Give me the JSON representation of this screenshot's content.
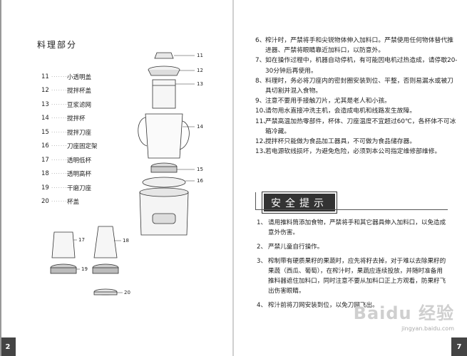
{
  "left_page": {
    "title": "料理部分",
    "parts": [
      {
        "num": "11",
        "name": "小透明盖"
      },
      {
        "num": "12",
        "name": "搅拌杯盖"
      },
      {
        "num": "13",
        "name": "豆浆滤网"
      },
      {
        "num": "14",
        "name": "搅拌杯"
      },
      {
        "num": "15",
        "name": "搅拌刀座"
      },
      {
        "num": "16",
        "name": "刀座固定架"
      },
      {
        "num": "17",
        "name": "透明低杯"
      },
      {
        "num": "18",
        "name": "透明高杯"
      },
      {
        "num": "19",
        "name": "干磨刀座"
      },
      {
        "num": "20",
        "name": "杯盖"
      }
    ],
    "leader_dots": "··········",
    "diagram_labels": [
      "11",
      "12",
      "13",
      "14",
      "15",
      "16",
      "17",
      "18",
      "19",
      "20"
    ],
    "page_number": "2"
  },
  "right_page": {
    "notes": [
      {
        "num": "6、",
        "text": "榨汁时，严禁将手和尖锐物体伸入加料口。严禁使用任何物体替代推进器、严禁将眼睛靠近加料口，以防意外。"
      },
      {
        "num": "7、",
        "text": "如在操作过程中，机器自动停机，有可能因电机过热造成，请停歇20-30分钟后再使用。"
      },
      {
        "num": "8、",
        "text": "料理时，务必将刀座内的密封圈安装到位、平整，否则易漏水或被刀具切割并混入食物。"
      },
      {
        "num": "9、",
        "text": "注意不要用手接触刀片，尤其是老人和小孩。"
      },
      {
        "num": "10、",
        "text": "请勿用水直接冲洗主机，会造成电机和线路发生故障。"
      },
      {
        "num": "11、",
        "text": "严禁高温加热零部件，杯体、刀座温度不宜超过60℃，各杯体不可冰箱冷藏。"
      },
      {
        "num": "12、",
        "text": "搅拌杯只能做为食品加工器具，不可做为食品储存器。"
      },
      {
        "num": "13、",
        "text": "若电源软线损坏，为避免危险，必须到本公司指定维修部维修。"
      }
    ],
    "safety_title": "安全提示",
    "safety_notes": [
      {
        "num": "1、",
        "text": "请用推料筒添加食物，严禁将手和其它器具伸入加料口，以免造成意外伤害。"
      },
      {
        "num": "2、",
        "text": "严禁儿童自行操作。"
      },
      {
        "num": "3、",
        "text": "榨制带有硬质果籽的果蔬时，应先将籽去掉，对于难以去除果籽的果蔬（西瓜、葡萄），在榨汁时，果蔬应连续投放，并随时准备用推料器遮住加料口，同时注意不要从加料口正上方观看，防果籽飞出伤害眼睛。"
      },
      {
        "num": "4、",
        "text": "榨汁前将刀网安装到位，以免刀网飞出。"
      }
    ],
    "page_number": "7",
    "watermark": "Baidu 经验",
    "watermark_url": "jingyan.baidu.com"
  }
}
